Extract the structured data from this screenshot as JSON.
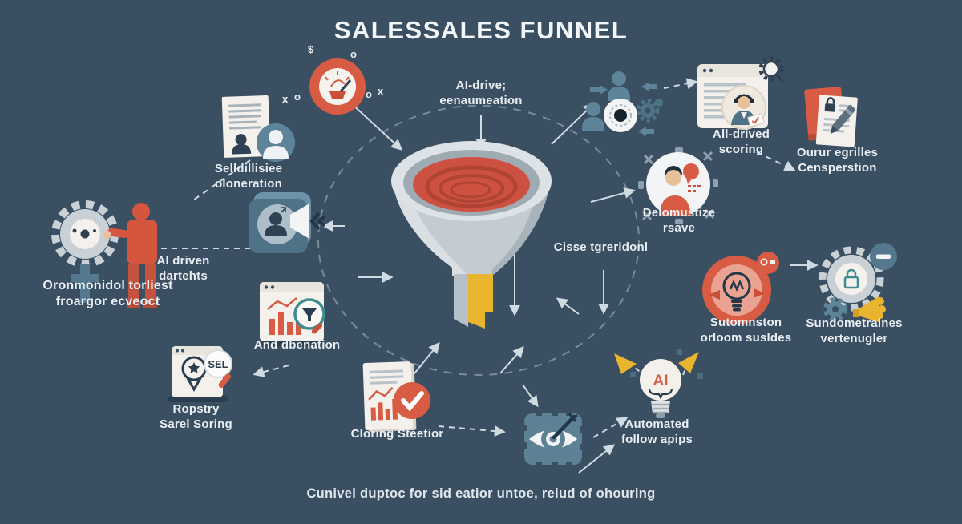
{
  "title": "SALESSALES FUNNEL",
  "caption": "Cunivel duptoc for sid eatior untoe, reiud of ohouring",
  "doodles": {
    "dollar": "$",
    "circle1": "o",
    "x1": "x",
    "circle2": "o",
    "circle3": "o",
    "x2": "x"
  },
  "nodes": {
    "lead_generation": {
      "label": "Selldillisiee\noloneration"
    },
    "ai_nurturing": {
      "label": "AI-drive;\neenaumeation"
    },
    "ai_scoring": {
      "label": "All-drived\nscoring"
    },
    "content_generation": {
      "label": "Ourur egrilles\nCensperstion"
    },
    "personalization": {
      "label": "Delomustize\nrsave"
    },
    "left_machine": {
      "label": "Oronmonidol torliest\nfroargor ecveoct"
    },
    "ai_insights": {
      "label": "AI driven\ndartehts"
    },
    "mid_note": {
      "label": "Cisse tgreridonl"
    },
    "automation": {
      "label": "Sutomnston\norloom susldes"
    },
    "integrations": {
      "label": "Sundometralnes\nvertenugler"
    },
    "analytics": {
      "label": "And dbenation"
    },
    "seo_scoring": {
      "label": "Ropstry\nSarel Soring",
      "badge": "SEL"
    },
    "closing": {
      "label": "Cloring Steetior"
    },
    "followups": {
      "label": "Automated\nfollow apips",
      "badge": "AI"
    }
  },
  "colors": {
    "background": "#3B4F62",
    "accent_red": "#D85B43",
    "accent_yellow": "#E9B42E",
    "text": "#E9EFF3"
  }
}
